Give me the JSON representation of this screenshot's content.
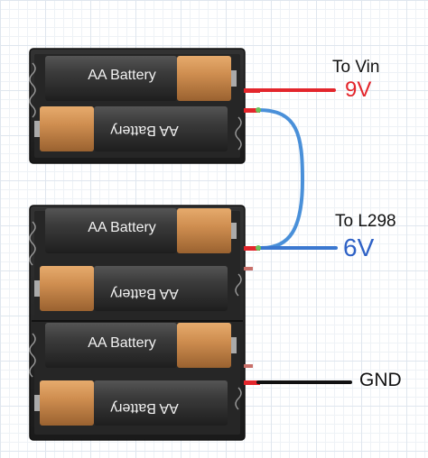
{
  "diagram": {
    "battery_label": "AA Battery",
    "connections": {
      "vin": {
        "title": "To Vin",
        "voltage": "9V",
        "color": "#e3262c"
      },
      "l298": {
        "title": "To L298",
        "voltage": "6V",
        "color": "#2f62c6"
      },
      "gnd": {
        "title": "GND",
        "color": "#111111"
      }
    },
    "colors": {
      "holder": "#2b2b2b",
      "cell_body": "#3a3a3a",
      "cell_copper": "#c98a4e",
      "series_wire": "#4a90d9"
    }
  }
}
